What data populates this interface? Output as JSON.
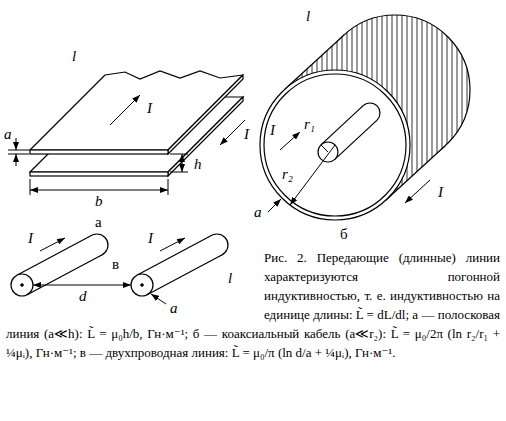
{
  "diagram": {
    "caption": "Рис. 2. Передающие (длинные) линии характеризуются погонной индуктивностью, т. е. индуктивностью на единице длины: L̃ = dL/dl; а — полосковая линия (a≪h): L̃ = μ₀h/b, Гн·м⁻¹; б — коаксиальный кабель (a≪r₂): L̃ = μ₀/2π (ln r₂/r₁ + ¼μᵢ), Гн·м⁻¹; в — двухпроводная линия: L̃ = μ₀/π (ln d/a + ¼μᵢ), Гн·м⁻¹.",
    "labels": [
      "l",
      "I",
      "I",
      "a",
      "h",
      "b",
      "а",
      "l",
      "r₁",
      "r₂",
      "I",
      "I",
      "a",
      "б",
      "I",
      "I",
      "d",
      "a",
      "l",
      "в"
    ]
  }
}
